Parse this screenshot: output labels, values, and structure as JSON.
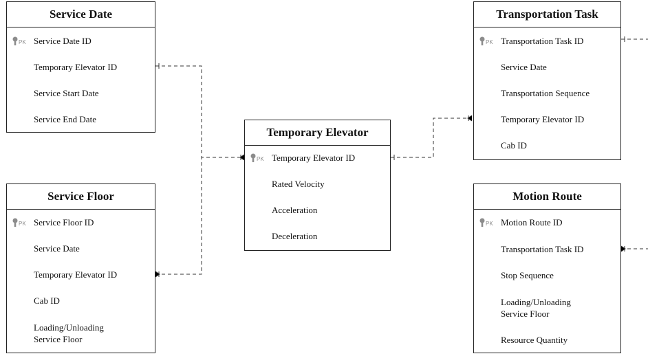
{
  "colors": {
    "line": "#222222",
    "connector": "#333333",
    "key_icon": "#8c8c8c",
    "pk_text": "#8c8c8c"
  },
  "pk_marker": "PK",
  "entities": {
    "service_date": {
      "title": "Service Date",
      "attributes": [
        "Service Date ID",
        "Temporary Elevator ID",
        "Service Start Date",
        "Service End Date"
      ]
    },
    "service_floor": {
      "title": "Service Floor",
      "attributes": [
        "Service Floor ID",
        "Service Date",
        "Temporary Elevator ID",
        "Cab ID",
        "Loading/Unloading",
        "Service Floor"
      ]
    },
    "temporary_elevator": {
      "title": "Temporary Elevator",
      "attributes": [
        "Temporary Elevator ID",
        "Rated Velocity",
        "Acceleration",
        "Deceleration"
      ]
    },
    "transportation_task": {
      "title": "Transportation Task",
      "attributes": [
        "Transportation Task ID",
        "Service Date",
        "Transportation Sequence",
        "Temporary Elevator ID",
        "Cab ID"
      ]
    },
    "motion_route": {
      "title": "Motion Route",
      "attributes": [
        "Motion Route ID",
        "Transportation Task ID",
        "Stop Sequence",
        "Loading/Unloading",
        "Service Floor",
        "Resource Quantity"
      ]
    }
  }
}
